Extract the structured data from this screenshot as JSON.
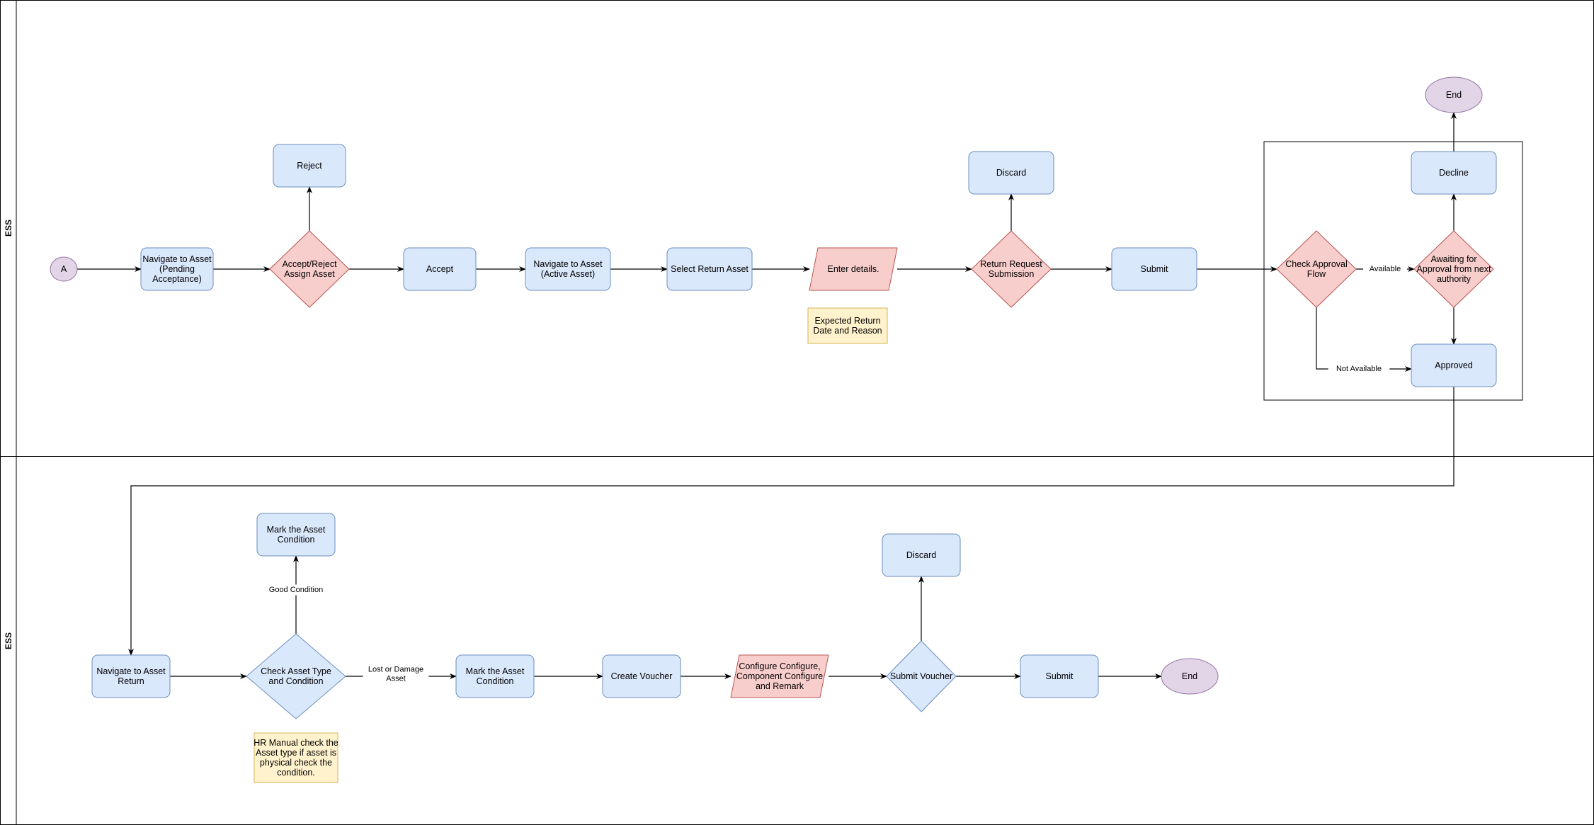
{
  "colors": {
    "process_fill": "#dae8fc",
    "process_stroke": "#6c8ebf",
    "decision_red_fill": "#f8cecc",
    "decision_red_stroke": "#b85450",
    "terminal_fill": "#e1d5e7",
    "terminal_stroke": "#9673a6",
    "note_fill": "#fff2cc",
    "note_stroke": "#d6b656",
    "line": "#000000"
  },
  "lanes": [
    {
      "id": "lane1",
      "title": "ESS"
    },
    {
      "id": "lane2",
      "title": "ESS"
    }
  ],
  "nodes": [
    {
      "id": "a",
      "shape": "ellipse",
      "style": "terminal",
      "lines": [
        "A"
      ]
    },
    {
      "id": "nav_pending",
      "shape": "rect",
      "style": "process",
      "lines": [
        "Navigate to Asset",
        "(Pending",
        "Acceptance)"
      ]
    },
    {
      "id": "accept_reject",
      "shape": "diamond",
      "style": "decision_red",
      "lines": [
        "Accept/Reject",
        "Assign Asset"
      ]
    },
    {
      "id": "reject",
      "shape": "rect",
      "style": "process",
      "lines": [
        "Reject"
      ]
    },
    {
      "id": "accept",
      "shape": "rect",
      "style": "process",
      "lines": [
        "Accept"
      ]
    },
    {
      "id": "nav_active",
      "shape": "rect",
      "style": "process",
      "lines": [
        "Navigate to Asset",
        "(Active Asset)"
      ]
    },
    {
      "id": "select_return",
      "shape": "rect",
      "style": "process",
      "lines": [
        "Select Return Asset"
      ]
    },
    {
      "id": "enter_details",
      "shape": "parallelogram",
      "style": "decision_red",
      "lines": [
        "Enter details."
      ]
    },
    {
      "id": "note_expected",
      "shape": "note",
      "style": "note",
      "lines": [
        "Expected Return",
        "Date and Reason"
      ]
    },
    {
      "id": "return_req",
      "shape": "diamond",
      "style": "decision_red",
      "lines": [
        "Return Request",
        "Submission"
      ]
    },
    {
      "id": "discard1",
      "shape": "rect",
      "style": "process",
      "lines": [
        "Discard"
      ]
    },
    {
      "id": "submit1",
      "shape": "rect",
      "style": "process",
      "lines": [
        "Submit"
      ]
    },
    {
      "id": "check_flow",
      "shape": "diamond",
      "style": "decision_red",
      "lines": [
        "Check Approval",
        "Flow"
      ]
    },
    {
      "id": "awaiting",
      "shape": "diamond",
      "style": "decision_red",
      "lines": [
        "Awaiting for",
        "Approval from next",
        "authority"
      ]
    },
    {
      "id": "decline",
      "shape": "rect",
      "style": "process",
      "lines": [
        "Decline"
      ]
    },
    {
      "id": "end1",
      "shape": "ellipse",
      "style": "terminal",
      "lines": [
        "End"
      ]
    },
    {
      "id": "approved",
      "shape": "rect",
      "style": "process",
      "lines": [
        "Approved"
      ]
    },
    {
      "id": "nav_return",
      "shape": "rect",
      "style": "process",
      "lines": [
        "Navigate to Asset",
        "Return"
      ]
    },
    {
      "id": "check_type",
      "shape": "diamond",
      "style": "process",
      "lines": [
        "Check Asset Type",
        "and Condition"
      ]
    },
    {
      "id": "mark_top",
      "shape": "rect",
      "style": "process",
      "lines": [
        "Mark the Asset",
        "Condition"
      ]
    },
    {
      "id": "note_hr",
      "shape": "note",
      "style": "note",
      "lines": [
        "HR Manual check the",
        "Asset type if asset is",
        "physical check the",
        "condition."
      ]
    },
    {
      "id": "mark_mid",
      "shape": "rect",
      "style": "process",
      "lines": [
        "Mark the Asset",
        "Condition"
      ]
    },
    {
      "id": "create_voucher",
      "shape": "rect",
      "style": "process",
      "lines": [
        "Create Voucher"
      ]
    },
    {
      "id": "configure",
      "shape": "parallelogram",
      "style": "decision_red",
      "lines": [
        "Configure Configure,",
        "Component Configure",
        "and Remark"
      ]
    },
    {
      "id": "submit_voucher",
      "shape": "diamond",
      "style": "process",
      "lines": [
        "Submit Voucher"
      ]
    },
    {
      "id": "discard2",
      "shape": "rect",
      "style": "process",
      "lines": [
        "Discard"
      ]
    },
    {
      "id": "submit2",
      "shape": "rect",
      "style": "process",
      "lines": [
        "Submit"
      ]
    },
    {
      "id": "end2",
      "shape": "ellipse",
      "style": "terminal",
      "lines": [
        "End"
      ]
    }
  ],
  "edges": [
    {
      "from": "a",
      "to": "nav_pending"
    },
    {
      "from": "nav_pending",
      "to": "accept_reject"
    },
    {
      "from": "accept_reject",
      "to": "reject"
    },
    {
      "from": "accept_reject",
      "to": "accept"
    },
    {
      "from": "accept",
      "to": "nav_active"
    },
    {
      "from": "nav_active",
      "to": "select_return"
    },
    {
      "from": "select_return",
      "to": "enter_details"
    },
    {
      "from": "enter_details",
      "to": "return_req"
    },
    {
      "from": "return_req",
      "to": "discard1"
    },
    {
      "from": "return_req",
      "to": "submit1"
    },
    {
      "from": "submit1",
      "to": "check_flow"
    },
    {
      "from": "check_flow",
      "to": "awaiting",
      "label": "Available"
    },
    {
      "from": "check_flow",
      "to": "approved",
      "label": "Not Available"
    },
    {
      "from": "awaiting",
      "to": "decline"
    },
    {
      "from": "awaiting",
      "to": "approved"
    },
    {
      "from": "decline",
      "to": "end1"
    },
    {
      "from": "approved",
      "to": "nav_return"
    },
    {
      "from": "nav_return",
      "to": "check_type"
    },
    {
      "from": "check_type",
      "to": "mark_top",
      "label": "Good Condition"
    },
    {
      "from": "check_type",
      "to": "mark_mid",
      "label": "Lost or Damage Asset"
    },
    {
      "from": "mark_mid",
      "to": "create_voucher"
    },
    {
      "from": "create_voucher",
      "to": "configure"
    },
    {
      "from": "configure",
      "to": "submit_voucher"
    },
    {
      "from": "submit_voucher",
      "to": "discard2"
    },
    {
      "from": "submit_voucher",
      "to": "submit2"
    },
    {
      "from": "submit2",
      "to": "end2"
    }
  ]
}
